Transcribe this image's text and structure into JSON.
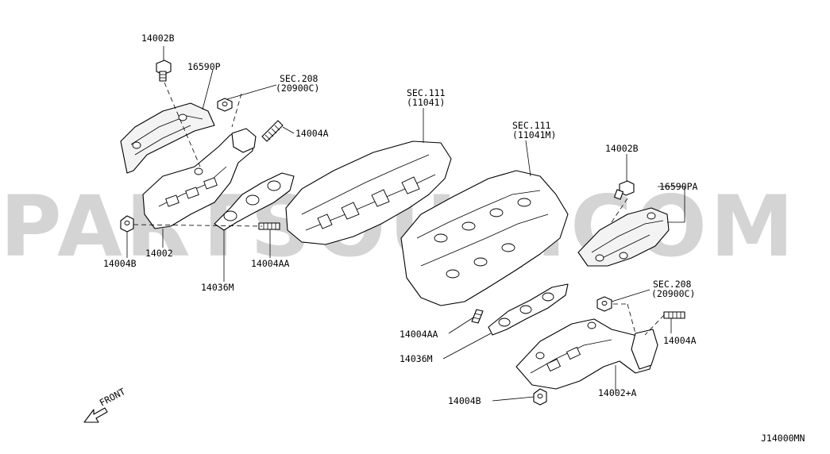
{
  "watermark": "PARTSOUQ.COM",
  "diagram_code": "J14000MN",
  "front_label": "FRONT",
  "labels": {
    "l_14002B_top": "14002B",
    "l_16590P": "16590P",
    "l_sec208_top": "SEC.208",
    "l_20900C_top": "(20900C)",
    "l_14004A_top": "14004A",
    "l_sec111_a": "SEC.111",
    "l_11041": "(11041)",
    "l_sec111_b": "SEC.111",
    "l_11041M": "(11041M)",
    "l_14002B_right": "14002B",
    "l_16590PA": "16590PA",
    "l_14004B_left": "14004B",
    "l_14002": "14002",
    "l_14004AA_left": "14004AA",
    "l_14036M_left": "14036M",
    "l_sec208_right": "SEC.208",
    "l_20900C_right": "(20900C)",
    "l_14004AA_right": "14004AA",
    "l_14004A_right": "14004A",
    "l_14036M_right": "14036M",
    "l_14004B_right": "14004B",
    "l_14002A": "14002+A"
  }
}
